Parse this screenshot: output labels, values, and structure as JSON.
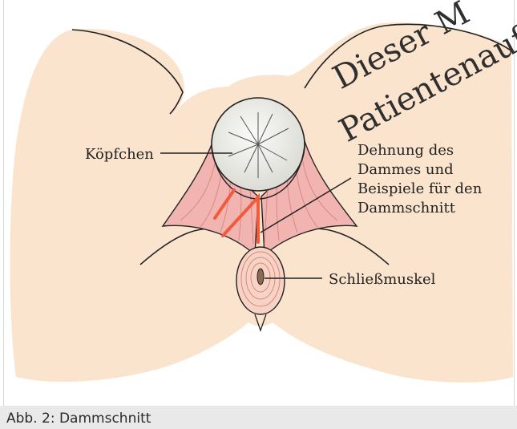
{
  "figure": {
    "labels": {
      "head": "Köpfchen",
      "stretch_line1": "Dehnung des",
      "stretch_line2": "Dammes und",
      "stretch_line3": "Beispiele für den",
      "stretch_line4": "Dammschnitt",
      "sphincter": "Schließmuskel"
    },
    "watermark": {
      "line1": "Dieser M",
      "line2": "Patientenauf"
    },
    "colors": {
      "skin": "#fbe4cd",
      "muscle": "#f2b4b0",
      "muscle_lines": "#d98880",
      "head": "#eeeeea",
      "cut": "#f25a3c",
      "outline": "#222222"
    }
  },
  "caption": "Abb. 2: Dammschnitt"
}
